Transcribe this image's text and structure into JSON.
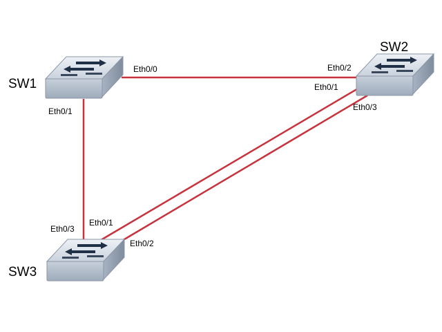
{
  "colors": {
    "link": "#c8323c",
    "switch_top": "#d6dde6",
    "switch_front": "#b9c3cf",
    "switch_edge": "#8a96a6",
    "arrow": "#1f2f45"
  },
  "icon": "network-switch-icon",
  "switches": {
    "sw1": {
      "name": "SW1"
    },
    "sw2": {
      "name": "SW2"
    },
    "sw3": {
      "name": "SW3"
    }
  },
  "links": [
    {
      "from": "SW1",
      "from_port": "Eth0/0",
      "to": "SW2",
      "to_port": "Eth0/2"
    },
    {
      "from": "SW1",
      "from_port": "Eth0/1",
      "to": "SW3",
      "to_port": "Eth0/3"
    },
    {
      "from": "SW2",
      "from_port": "Eth0/1",
      "to": "SW3",
      "to_port": "Eth0/1"
    },
    {
      "from": "SW2",
      "from_port": "Eth0/3",
      "to": "SW3",
      "to_port": "Eth0/2"
    }
  ]
}
